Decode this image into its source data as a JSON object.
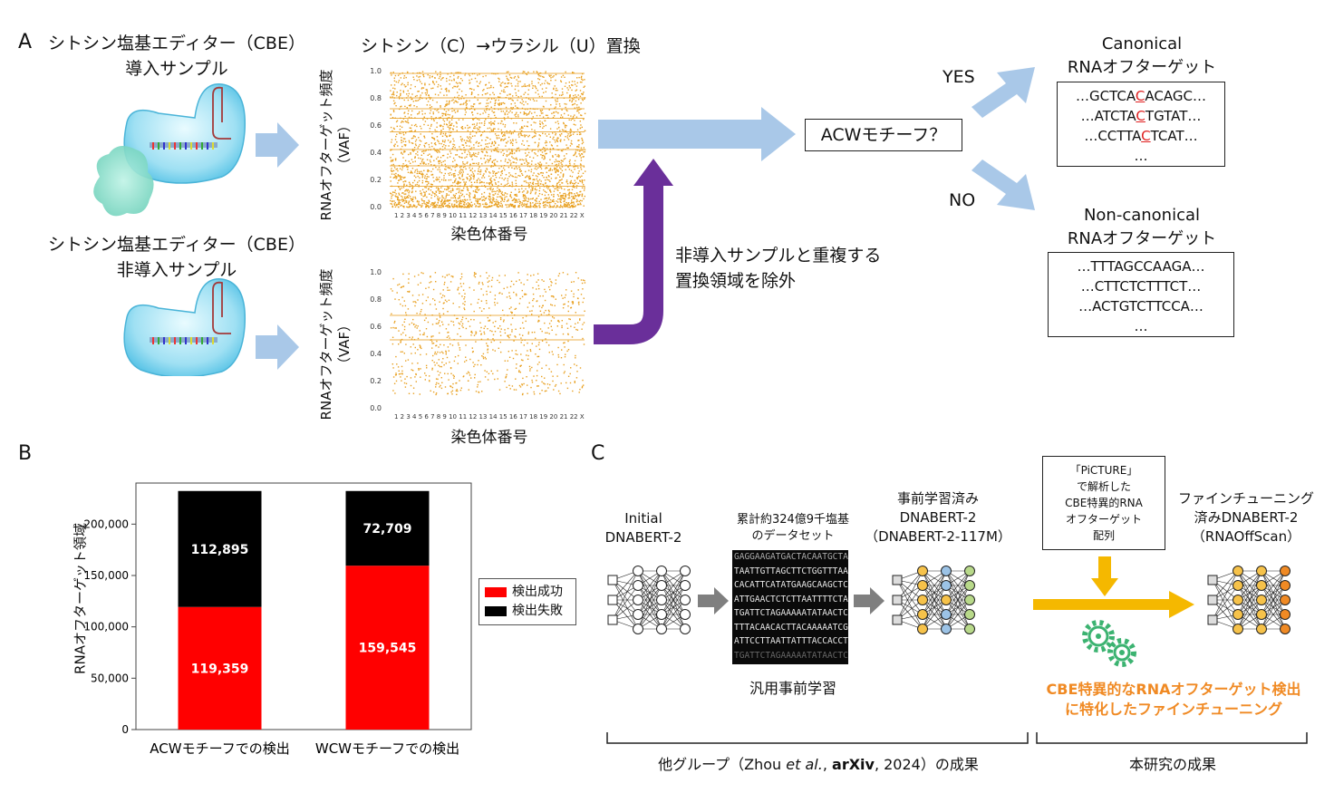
{
  "panelA": {
    "label": "A",
    "sample1": {
      "line1": "シトシン塩基エディター（CBE）",
      "line2": "導入サンプル"
    },
    "sample2": {
      "line1": "シトシン塩基エディター（CBE）",
      "line2": "非導入サンプル"
    },
    "plot_title": "シトシン（C）→ウラシル（U）置換",
    "ylabel_main": "RNAオフターゲット頻度",
    "ylabel_unit": "（VAF）",
    "xlabel": "染色体番号",
    "yticks": [
      "1.0",
      "0.8",
      "0.6",
      "0.4",
      "0.2",
      "0.0"
    ],
    "xticks": "1   2   3   4   5   6   7   8   9  10  11  12 13 14 15 16 17 18 19 20 21 22 X",
    "exclude_line1": "非導入サンプルと重複する",
    "exclude_line2": "置換領域を除外",
    "motif_question": "ACWモチーフ？",
    "yes": "YES",
    "no": "NO",
    "canonical": {
      "title1": "Canonical",
      "title2": "RNAオフターゲット",
      "seqs": [
        {
          "pre": "…GCTCA",
          "hit": "C",
          "post": "ACAGC…",
          "u_pre": "A",
          "u_post": ""
        },
        {
          "pre": "…ATCTA",
          "hit": "C",
          "post": "TGTAT…",
          "u_pre": "A",
          "u_post": "T"
        },
        {
          "pre": "…CCTTA",
          "hit": "C",
          "post": "TCAT…",
          "u_pre": "A",
          "u_post": "T"
        }
      ],
      "ellipsis": "…"
    },
    "noncanonical": {
      "title1": "Non-canonical",
      "title2": "RNAオフターゲット",
      "seqs": [
        {
          "text": "…TTTAGCCAAGA…"
        },
        {
          "text": "…CTTCTCTTTCT…"
        },
        {
          "text": "…ACTGTCTTCCA…"
        }
      ],
      "ellipsis": "…"
    },
    "colors": {
      "arrow_blue": "#a9c8e8",
      "arrow_purple": "#6a2f9a",
      "dots": "#e8a020"
    }
  },
  "panelB": {
    "label": "B",
    "legend": [
      {
        "label": "検出成功",
        "color": "#ff0000"
      },
      {
        "label": "検出失敗",
        "color": "#000000"
      }
    ]
  },
  "chart_data": {
    "type": "bar",
    "stacked": true,
    "categories": [
      "ACWモチーフでの検出",
      "WCWモチーフでの検出"
    ],
    "series": [
      {
        "name": "検出成功",
        "values": [
          119359,
          159545
        ],
        "color": "#ff0000"
      },
      {
        "name": "検出失敗",
        "values": [
          112895,
          72709
        ],
        "color": "#000000"
      }
    ],
    "data_labels_success": [
      "119,359",
      "159,545"
    ],
    "data_labels_fail": [
      "112,895",
      "72,709"
    ],
    "ylabel": "RNAオフターゲット領域",
    "yticks": [
      "0",
      "50,000",
      "100,000",
      "150,000",
      "200,000"
    ],
    "ylim": [
      0,
      240000
    ],
    "legend_position": "right"
  },
  "panelC": {
    "label": "C",
    "initial": {
      "line1": "Initial",
      "line2": "DNABERT-2"
    },
    "dataset": {
      "line1": "累計約324億9千塩基",
      "line2": "のデータセット"
    },
    "dna_lines": [
      "GAGGAAGATGACTACAATGCTAAG",
      "TAATTGTTAGCTTCTGGTTTAAAT",
      "CACATTCATATGAAGCAAGCTCTC",
      "ATTGAACTCTCTTAATTTTCTAGG",
      "TGATTCTAGAAAAATATAACTCAA",
      "TTTACAACACTTACAAAAATCGCA",
      "ATTCCTTAATTATTTACCACCTTT",
      "TGATTCTAGAAAAATATAACTCAA"
    ],
    "pretrain_caption": "汎用事前学習",
    "pretrained": {
      "line1": "事前学習済み",
      "line2": "DNABERT-2",
      "line3": "（DNABERT-2-117M）"
    },
    "picture_box": [
      "「PiCTURE」",
      "で解析した",
      "CBE特異的RNA",
      "オフターゲット",
      "配列"
    ],
    "finetuned": {
      "line1": "ファインチューニング",
      "line2": "済みDNABERT-2",
      "line3": "（RNAOffScan）"
    },
    "finetune_caption1": "CBE特異的なRNAオフターゲット検出",
    "finetune_caption2": "に特化したファインチューニング",
    "other_group": {
      "pre": "他グループ（Zhou ",
      "italic": "et al.",
      "mid": ", ",
      "bold": "arXiv",
      "post": ", 2024）の成果"
    },
    "this_study": "本研究の成果",
    "colors": {
      "gray_arrow": "#7f7f7f",
      "gold_arrow": "#f5b800",
      "orange_text": "#f08a24",
      "gear": "#3cb371"
    }
  }
}
